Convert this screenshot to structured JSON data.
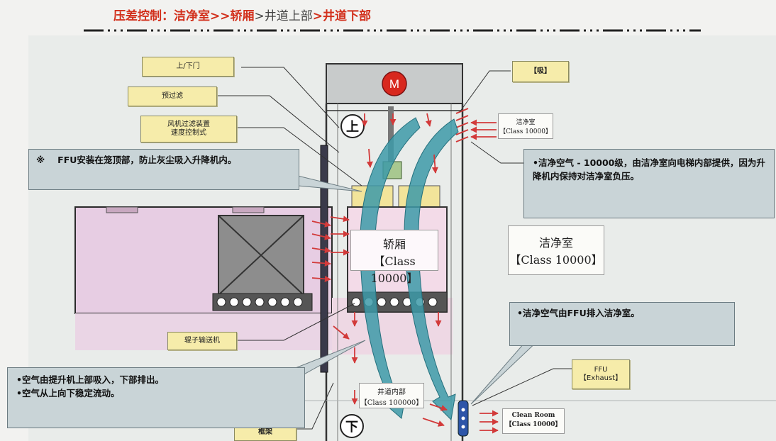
{
  "title": {
    "prefix": "压差控制：",
    "cleanroom": "洁净室",
    "sep1": ">>",
    "cabin": "轿厢",
    "sep2": ">",
    "shaft_upper": "井道上部",
    "sep3": ">",
    "shaft_lower": "井道下部"
  },
  "labels": {
    "door": "上/下门",
    "prefilter": "预过滤",
    "fan_line1": "风机过滤装置",
    "fan_line2": "速度控制式",
    "intake": "【吸】",
    "roller": "辊子输送机",
    "frame": "框架",
    "ffu_line1": "FFU",
    "ffu_line2": "【Exhaust】",
    "motor": "M",
    "up": "上",
    "down": "下"
  },
  "callouts": {
    "ffu_note_mark": "※",
    "ffu_note": "FFU安装在笼顶部，防止灰尘吸入升降机内。",
    "clean_air": "•洁净空气 - 10000级，由洁净室向电梯内部提供，因为升降机内保持对洁净室负压。",
    "ffu_exhaust": "•洁净空气由FFU排入洁净室。",
    "airflow_1": "•空气由提升机上部吸入，下部排出。",
    "airflow_2": "•空气从上向下稳定流动。"
  },
  "boxes": {
    "clean_small_title": "洁净室",
    "clean_small_class": "【Class 10000】",
    "clean_big_title": "洁净室",
    "clean_big_class": "【Class 10000】",
    "cabin_title": "轿厢",
    "cabin_class": "【Class 10000】",
    "shaft_title": "井道内部",
    "shaft_class": "【Class 100000】",
    "bottom_title": "Clean Room",
    "bottom_class": "【Class 10000】"
  },
  "colors": {
    "title_red": "#d2301c",
    "label_fill": "#f6ecaa",
    "callout_fill": "#c9d4d7",
    "pink_zone": "#e7cde3",
    "cabin_fill": "#f3dbe8",
    "airflow": "#3d9aa8",
    "arrow_red": "#d23a3a",
    "motor": "#d8281e"
  }
}
